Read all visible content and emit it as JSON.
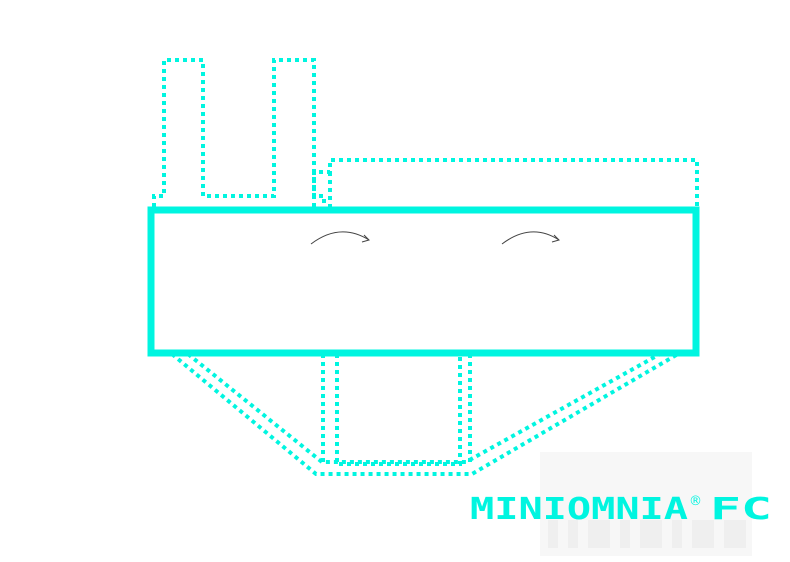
{
  "brand": {
    "name": "MINIOMNIA",
    "registered": "®",
    "suffix": "FC",
    "accent_color": "#00f5e0",
    "watermark_color": "#f2f2f2"
  },
  "diagram": {
    "stroke_color": "#00f5e0",
    "arrow_color": "#444444",
    "arrows": [
      "curved-arrow-right",
      "curved-arrow-right"
    ]
  }
}
